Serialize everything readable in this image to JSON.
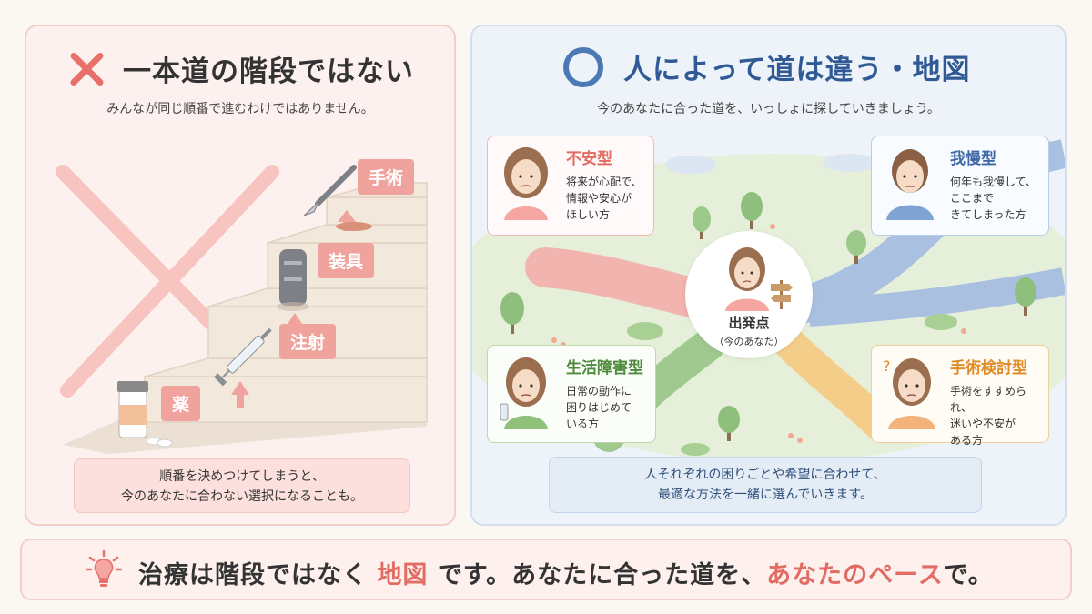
{
  "left": {
    "title": "一本道の階段ではない",
    "subtitle": "みんなが同じ順番で進むわけではありません。",
    "steps": [
      "薬",
      "注射",
      "装具",
      "手術"
    ],
    "note_line1": "順番を決めつけてしまうと、",
    "note_line2": "今のあなたに合わない選択になることも。"
  },
  "right": {
    "title": "人によって道は違う・地図",
    "subtitle": "今のあなたに合った道を、いっしょに探していきましょう。",
    "start": {
      "label": "出発点",
      "sub": "（今のあなた）"
    },
    "types": [
      {
        "name": "不安型",
        "desc": [
          "将来が心配で、",
          "情報や安心が",
          "ほしい方"
        ]
      },
      {
        "name": "我慢型",
        "desc": [
          "何年も我慢して、",
          "ここまで",
          "きてしまった方"
        ]
      },
      {
        "name": "生活障害型",
        "desc": [
          "日常の動作に",
          "困りはじめて",
          "いる方"
        ]
      },
      {
        "name": "手術検討型",
        "desc": [
          "手術をすすめられ、",
          "迷いや不安が",
          "ある方"
        ]
      }
    ],
    "note_line1": "人それぞれの困りごとや希望に合わせて、",
    "note_line2": "最適な方法を一緒に選んでいきます。"
  },
  "banner": {
    "part1": "治療は階段ではなく",
    "highlight1": "地図",
    "part2": "です。あなたに合った道を、",
    "highlight2": "あなたのペース",
    "part3": "で。"
  },
  "colors": {
    "accent_red": "#e26b63",
    "accent_blue": "#3f69a6",
    "accent_green": "#4e8a3b",
    "accent_orange": "#e08b25"
  }
}
